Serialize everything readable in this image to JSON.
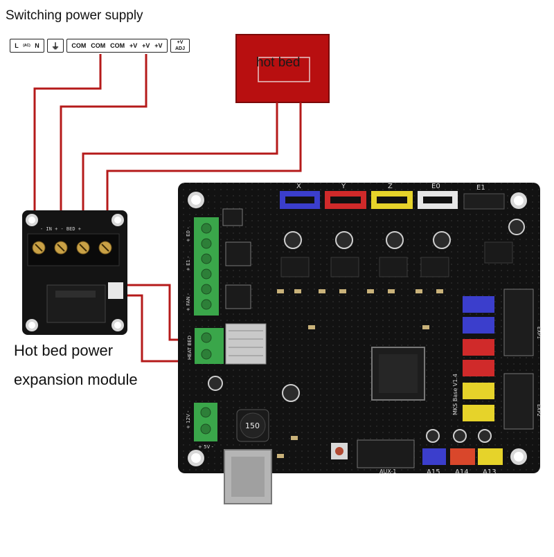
{
  "title": "Switching power supply",
  "psu": {
    "terminal_ln": {
      "l": "L",
      "ac": "(AC)",
      "n": "N"
    },
    "terminal_com": [
      "COM",
      "COM",
      "COM",
      "+V",
      "+V",
      "+V"
    ],
    "terminal_adj": {
      "top": "+V",
      "bottom": "ADJ"
    }
  },
  "hot_bed": {
    "label": "hot bed"
  },
  "module": {
    "line1": "Hot bed power",
    "line2": "expansion module",
    "top_labels": "- IN + - BED +"
  },
  "board": {
    "connectors_top": [
      "X",
      "Y",
      "Z",
      "E0",
      "E1"
    ],
    "connectors_bottom": [
      "A15",
      "A14",
      "A13"
    ],
    "side_labels": [
      "+ E0 -",
      "+ E1 -",
      "+ FAN -",
      "HEAT BED",
      "+ 12V -",
      "+ 5V -"
    ],
    "aux_label": "AUX-1",
    "inductor_value": "150",
    "brand_text": "MKS Base V1.4",
    "exp_labels": [
      "EXP1",
      "EXP2"
    ]
  },
  "colors": {
    "wire": "#b51a1a",
    "hot_bed": "#b80f10",
    "pcb": "#111111",
    "terminal_green": "#3aa64a"
  }
}
